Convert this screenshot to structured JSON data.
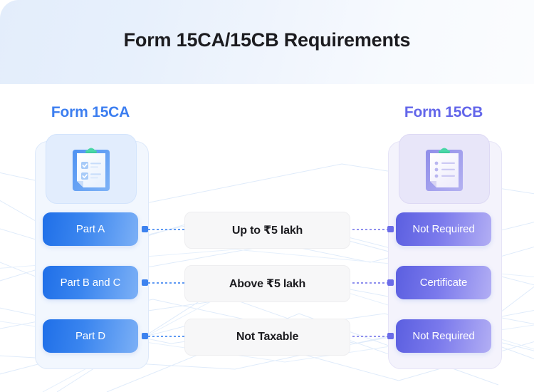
{
  "header": {
    "title": "Form 15CA/15CB Requirements",
    "bg_from": "#e3edfb",
    "bg_to": "#fbfcfe"
  },
  "columns": {
    "left": {
      "title": "Form 15CA",
      "title_color": "#3c7ef0",
      "icon": "clipboard-checklist-icon",
      "pill_gradient_from": "#1f6fe8",
      "pill_gradient_to": "#7cb0f6",
      "connector_color": "#3c82ef",
      "items": [
        {
          "label": "Part A"
        },
        {
          "label": "Part B and C"
        },
        {
          "label": "Part D"
        }
      ]
    },
    "center": {
      "items": [
        {
          "label": "Up to ₹5 lakh"
        },
        {
          "label": "Above ₹5 lakh"
        },
        {
          "label": "Not Taxable"
        }
      ]
    },
    "right": {
      "title": "Form 15CB",
      "title_color": "#6366ea",
      "icon": "clipboard-bulletlist-icon",
      "pill_gradient_from": "#5b5fe0",
      "pill_gradient_to": "#b2aef4",
      "connector_color": "#6b6ce8",
      "items": [
        {
          "label": "Not Required"
        },
        {
          "label": "Certificate"
        },
        {
          "label": "Not Required"
        }
      ]
    }
  },
  "accent": {
    "blue": "#3c7ef0",
    "purple": "#6366ea",
    "clip_green": "#42d6a4",
    "page_background": "#ffffff",
    "network_line": "#dce9fa"
  }
}
